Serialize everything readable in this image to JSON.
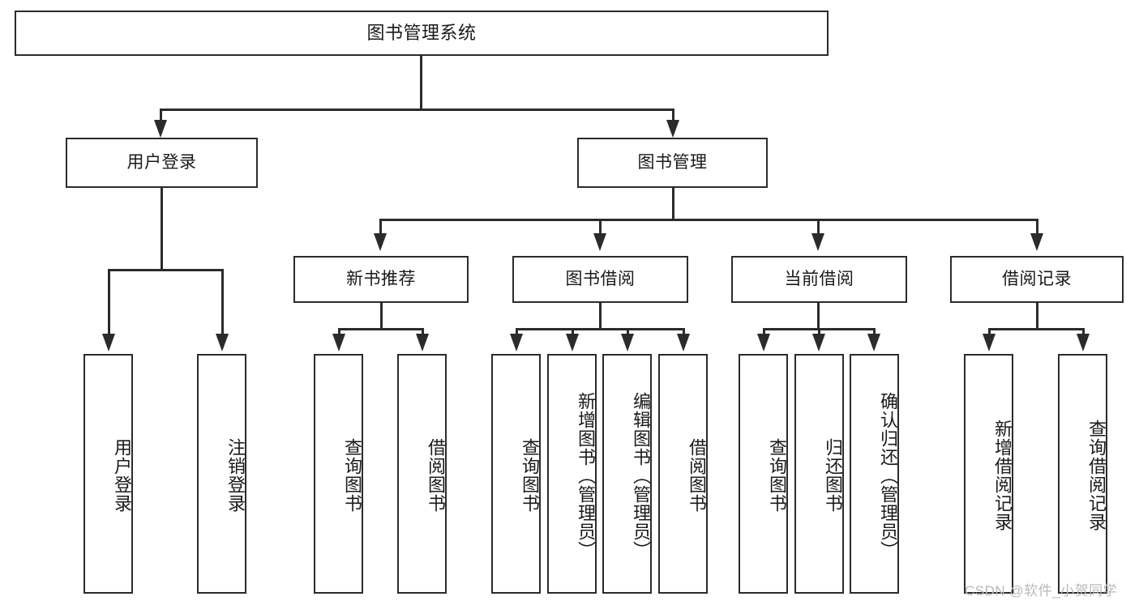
{
  "diagram": {
    "type": "tree",
    "title": "图书管理系统",
    "root": {
      "label": "图书管理系统"
    },
    "level2": [
      {
        "label": "用户登录"
      },
      {
        "label": "图书管理"
      }
    ],
    "level3": [
      {
        "label": "新书推荐"
      },
      {
        "label": "图书借阅"
      },
      {
        "label": "当前借阅"
      },
      {
        "label": "借阅记录"
      }
    ],
    "leaves": {
      "user_login": [
        {
          "label": "用户登录"
        },
        {
          "label": "注销登录"
        }
      ],
      "new_book_recommend": [
        {
          "label": "查询图书"
        },
        {
          "label": "借阅图书"
        }
      ],
      "book_borrow": [
        {
          "label": "查询图书"
        },
        {
          "label": "新增图书（管理员）"
        },
        {
          "label": "编辑图书（管理员）"
        },
        {
          "label": "借阅图书"
        }
      ],
      "current_borrow": [
        {
          "label": "查询图书"
        },
        {
          "label": "归还图书"
        },
        {
          "label": "确认归还（管理员）"
        }
      ],
      "borrow_record": [
        {
          "label": "新增借阅记录"
        },
        {
          "label": "查询借阅记录"
        }
      ]
    }
  },
  "watermark": {
    "text": "CSDN @软件_小贺同学"
  },
  "colors": {
    "stroke": "#2b2b2b",
    "background": "#ffffff",
    "text": "#1a1a1a",
    "watermark": "#b9b9b9"
  }
}
